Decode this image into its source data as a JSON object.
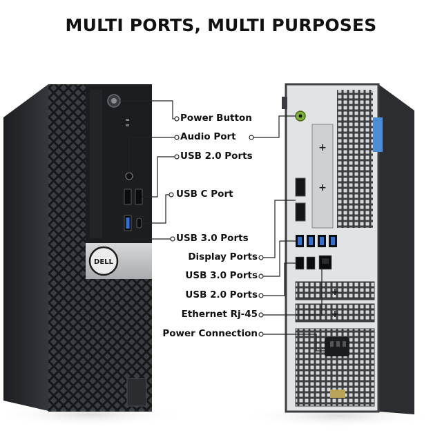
{
  "title": "MULTI PORTS, MULTI PURPOSES",
  "brand": {
    "logo_text": "DELL",
    "logo_color": "#1a1a1a"
  },
  "colors": {
    "case_body": "#2a2c30",
    "silver_panel": "#b8babd",
    "usb3_blue": "#2f6fd6",
    "audio_green": "#7fb23a",
    "bracket_blue": "#4a8ed8"
  },
  "front_labels": {
    "power_button": "Power Button",
    "audio_port": "Audio Port",
    "usb2_ports": "USB 2.0 Ports",
    "usb_c_port": "USB C Port",
    "usb3_ports": "USB 3.0 Ports"
  },
  "rear_labels": {
    "display_ports": "Display Ports",
    "usb3_ports": "USB 3.0 Ports",
    "usb2_ports": "USB 2.0 Ports",
    "ethernet": "Ethernet Rj-45",
    "power_connection": "Power Connection"
  }
}
